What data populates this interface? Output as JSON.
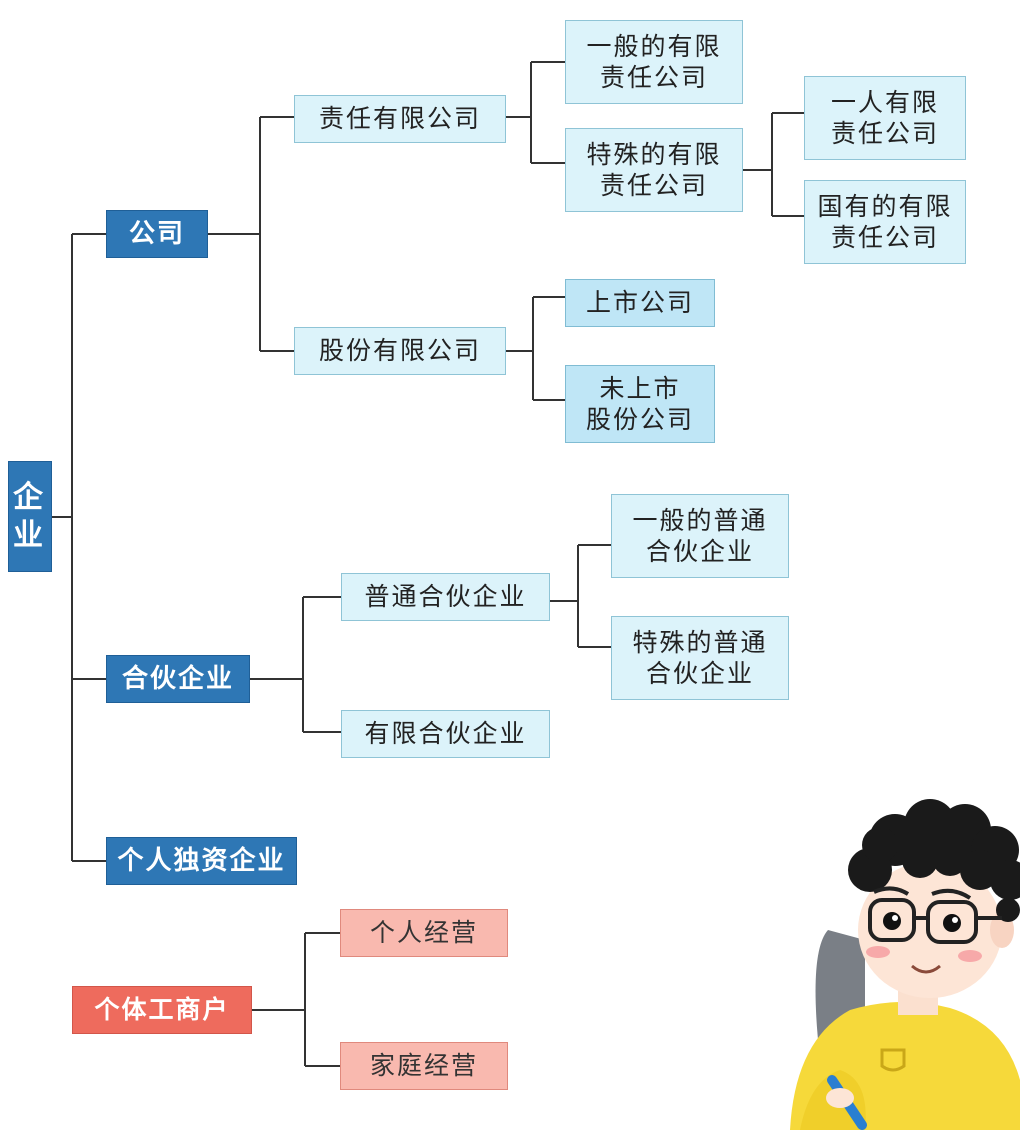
{
  "colors": {
    "dark_blue": "#2e77b5",
    "light_blue": "#dcf3fa",
    "mid_blue": "#bfe6f6",
    "orange": "#ee6b5d",
    "pink": "#f9b9af",
    "line": "#333333"
  },
  "nodes": {
    "root": "企\n业",
    "company": "公司",
    "llc": "责任有限公司",
    "llc_general": "一般的有限\n责任公司",
    "llc_special": "特殊的有限\n责任公司",
    "llc_one_person": "一人有限\n责任公司",
    "llc_state": "国有的有限\n责任公司",
    "jsc": "股份有限公司",
    "jsc_listed": "上市公司",
    "jsc_unlisted": "未上市\n股份公司",
    "partnership": "合伙企业",
    "general_partnership": "普通合伙企业",
    "gp_general": "一般的普通\n合伙企业",
    "gp_special": "特殊的普通\n合伙企业",
    "limited_partnership": "有限合伙企业",
    "sole_proprietorship": "个人独资企业",
    "individual_business": "个体工商户",
    "individual_operation": "个人经营",
    "family_operation": "家庭经营"
  },
  "illustration": {
    "subject": "cartoon-boy-with-glasses-writing"
  }
}
